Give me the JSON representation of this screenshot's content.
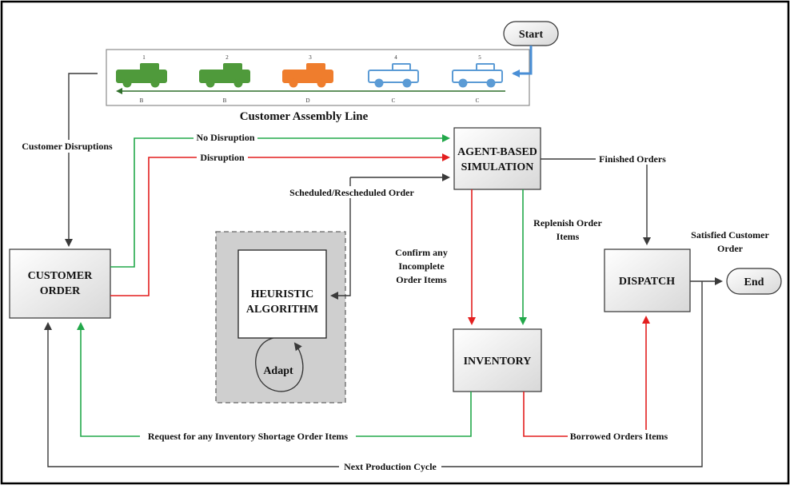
{
  "title": "Customer Assembly Line",
  "start_label": "Start",
  "end_label": "End",
  "assembly_line": {
    "cars": [
      {
        "number": "1",
        "code": "B",
        "color": "#4f9a3b"
      },
      {
        "number": "2",
        "code": "B",
        "color": "#4f9a3b"
      },
      {
        "number": "3",
        "code": "D",
        "color": "#ef7d2d"
      },
      {
        "number": "4",
        "code": "C",
        "color": "#5b9bd5"
      },
      {
        "number": "5",
        "code": "C",
        "color": "#5b9bd5"
      }
    ]
  },
  "nodes": {
    "customer_order": [
      "CUSTOMER",
      "ORDER"
    ],
    "agent_sim": [
      "AGENT-BASED",
      "SIMULATION"
    ],
    "heuristic": [
      "HEURISTIC",
      "ALGORITHM"
    ],
    "adapt": "Adapt",
    "inventory": "INVENTORY",
    "dispatch": "DISPATCH"
  },
  "edges": {
    "customer_disruptions": "Customer Disruptions",
    "no_disruption": "No Disruption",
    "disruption": "Disruption",
    "scheduled": "Scheduled/Rescheduled Order",
    "finished_orders": "Finished Orders",
    "confirm": [
      "Confirm any",
      "Incomplete",
      "Order Items"
    ],
    "replenish": [
      "Replenish Order",
      "Items"
    ],
    "satisfied": [
      "Satisfied Customer",
      "Order"
    ],
    "request": "Request for any Inventory Shortage Order Items",
    "borrowed": "Borrowed Orders Items",
    "next_cycle": "Next Production Cycle"
  },
  "colors": {
    "green": "#22a84a",
    "red": "#e31f1f",
    "dark": "#3a3a3a",
    "blue": "#4a8fd6"
  }
}
